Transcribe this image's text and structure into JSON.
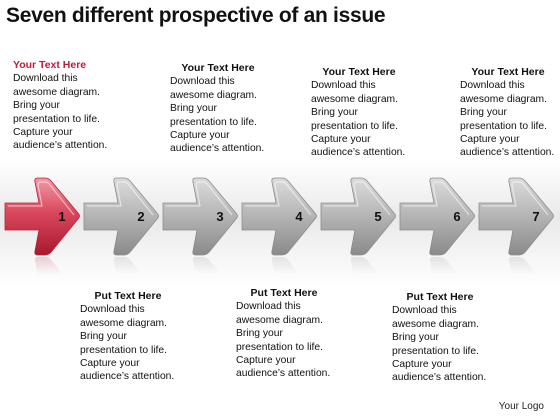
{
  "title": "Seven different prospective of an issue",
  "steps": [
    "1",
    "2",
    "3",
    "4",
    "5",
    "6",
    "7"
  ],
  "colors": {
    "active": "#c8273f",
    "inactive": "#9a9a9a",
    "accent_text": "#c11b3a"
  },
  "text_blocks": [
    {
      "heading": "Your Text Here",
      "lines": [
        "Download this",
        "awesome diagram.",
        "Bring your",
        "presentation to life.",
        "Capture your",
        "audience’s attention."
      ]
    },
    {
      "heading": "Put Text Here",
      "lines": [
        "Download this",
        "awesome diagram.",
        "Bring your",
        "presentation to life.",
        "Capture your",
        "audience’s attention."
      ]
    },
    {
      "heading": "Your Text Here",
      "lines": [
        "Download this",
        "awesome diagram.",
        "Bring your",
        "presentation to life.",
        "Capture your",
        "audience’s attention."
      ]
    },
    {
      "heading": "Put Text Here",
      "lines": [
        "Download this",
        "awesome diagram.",
        "Bring your",
        "presentation to life.",
        "Capture your",
        "audience’s attention."
      ]
    },
    {
      "heading": "Your Text Here",
      "lines": [
        "Download this",
        "awesome diagram.",
        "Bring your",
        "presentation to life.",
        "Capture your",
        "audience’s attention."
      ]
    },
    {
      "heading": "Put Text Here",
      "lines": [
        "Download this",
        "awesome diagram.",
        "Bring your",
        "presentation to life.",
        "Capture your",
        "audience’s attention."
      ]
    },
    {
      "heading": "Your Text Here",
      "lines": [
        "Download this",
        "awesome diagram.",
        "Bring your",
        "presentation to life.",
        "Capture your",
        "audience’s attention."
      ]
    }
  ],
  "logo_text": "Your Logo"
}
